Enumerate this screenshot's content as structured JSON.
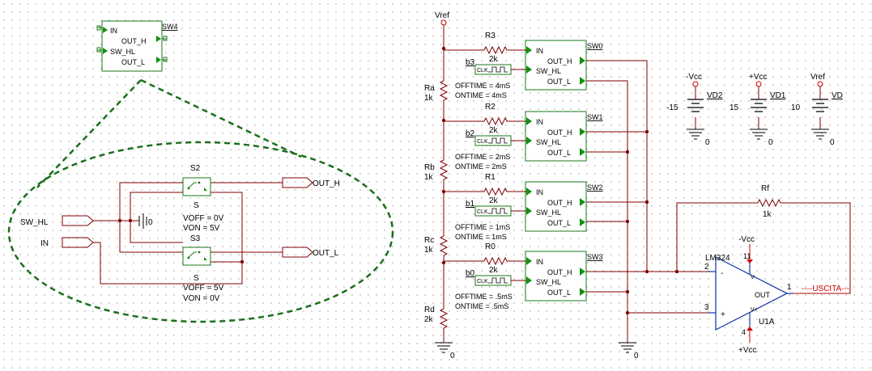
{
  "diagram": {
    "sw4": {
      "ref": "SW4",
      "pin_in": "IN",
      "pin_out_h": "OUT_H",
      "pin_sw_hl": "SW_HL",
      "pin_out_l": "OUT_L"
    },
    "zoom": {
      "port_sw_hl": "SW_HL",
      "port_in": "IN",
      "port_out_h": "OUT_H",
      "port_out_l": "OUT_L",
      "switch_top": {
        "ref": "S2",
        "model": "S",
        "voff": "VOFF = 0V",
        "von": "VON = 5V"
      },
      "switch_bot": {
        "ref": "S3",
        "model": "S",
        "voff": "VOFF = 5V",
        "von": "VON = 0V"
      },
      "gnd": "0"
    },
    "vref_label": "Vref",
    "ladder": [
      {
        "name": "Ra",
        "value": "1k"
      },
      {
        "name": "Rb",
        "value": "1k"
      },
      {
        "name": "Rc",
        "value": "1k"
      },
      {
        "name": "Rd",
        "value": "2k"
      }
    ],
    "gnd_label": "0",
    "stages": [
      {
        "sw": "SW0",
        "r": "R3",
        "rv": "2k",
        "clk": "b3",
        "off": "OFFTIME = 4mS",
        "on": "ONTIME = 4mS"
      },
      {
        "sw": "SW1",
        "r": "R2",
        "rv": "2k",
        "clk": "b2",
        "off": "OFFTIME = 2mS",
        "on": "ONTIME = 2mS"
      },
      {
        "sw": "SW2",
        "r": "R1",
        "rv": "2k",
        "clk": "b1",
        "off": "OFFTIME = 1mS",
        "on": "ONTIME = 1mS"
      },
      {
        "sw": "SW3",
        "r": "R0",
        "rv": "2k",
        "clk": "b0",
        "off": "OFFTIME = .5mS",
        "on": "ONTIME = .5mS"
      }
    ],
    "pins": {
      "in": "IN",
      "sw_hl": "SW_HL",
      "out_h": "OUT_H",
      "out_l": "OUT_L",
      "clk": "CLK"
    },
    "sources": [
      {
        "top": "-Vcc",
        "ref": "VD2",
        "value": "-15",
        "gnd": "0"
      },
      {
        "top": "+Vcc",
        "ref": "VD1",
        "value": "15",
        "gnd": "0"
      },
      {
        "top": "Vref",
        "ref": "VD",
        "value": "10",
        "gnd": "0"
      }
    ],
    "rf": {
      "name": "Rf",
      "value": "1k"
    },
    "opamp": {
      "part": "LM324",
      "ref": "U1A",
      "neg_supply": "-Vcc",
      "pos_supply": "+Vcc",
      "pin2": "2",
      "pin3": "3",
      "pin1": "1",
      "pin11": "11",
      "pin4": "4",
      "out": "OUT",
      "minus": "-",
      "plus": "+",
      "v_minus": "V-",
      "v_plus": "V+"
    },
    "out_net": "----USCITA---",
    "colors": {
      "wire": "#800000",
      "component": "#1a7a1a",
      "rail": "#1c3fa8",
      "power": "#d00000"
    }
  }
}
